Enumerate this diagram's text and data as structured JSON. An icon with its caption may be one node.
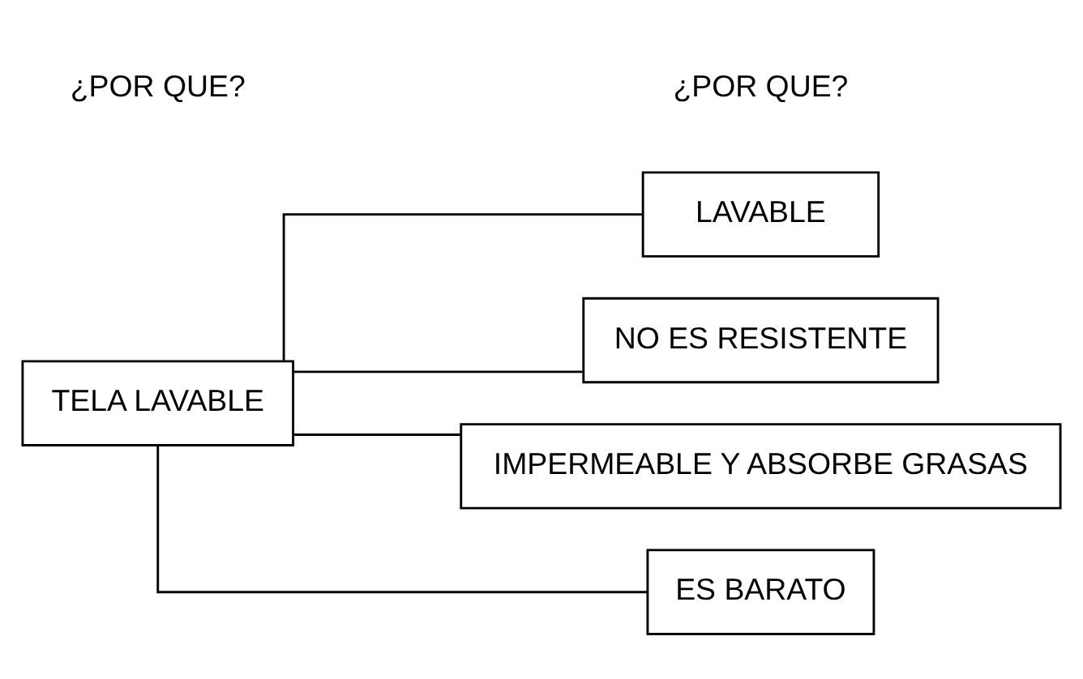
{
  "diagram": {
    "nodes": [
      {
        "text": [
          "TELA LAVABLE"
        ]
      },
      {
        "text": [
          "LAVABLE"
        ]
      },
      {
        "text": [
          "NO ES RESISTENTE"
        ]
      },
      {
        "text": [
          "IMPERMEABLE Y ABSORBE GRASAS"
        ]
      },
      {
        "text": [
          "ES BARATO"
        ]
      }
    ],
    "edges": [
      {
        "from": 0,
        "to": 1,
        "arrow": "none"
      },
      {
        "from": 0,
        "to": 2,
        "arrow": "none"
      },
      {
        "from": 0,
        "to": 3,
        "arrow": "none"
      },
      {
        "from": 0,
        "to": 4,
        "arrow": "none"
      }
    ],
    "labels": [
      "¿POR QUE?",
      "¿POR QUE?"
    ]
  }
}
